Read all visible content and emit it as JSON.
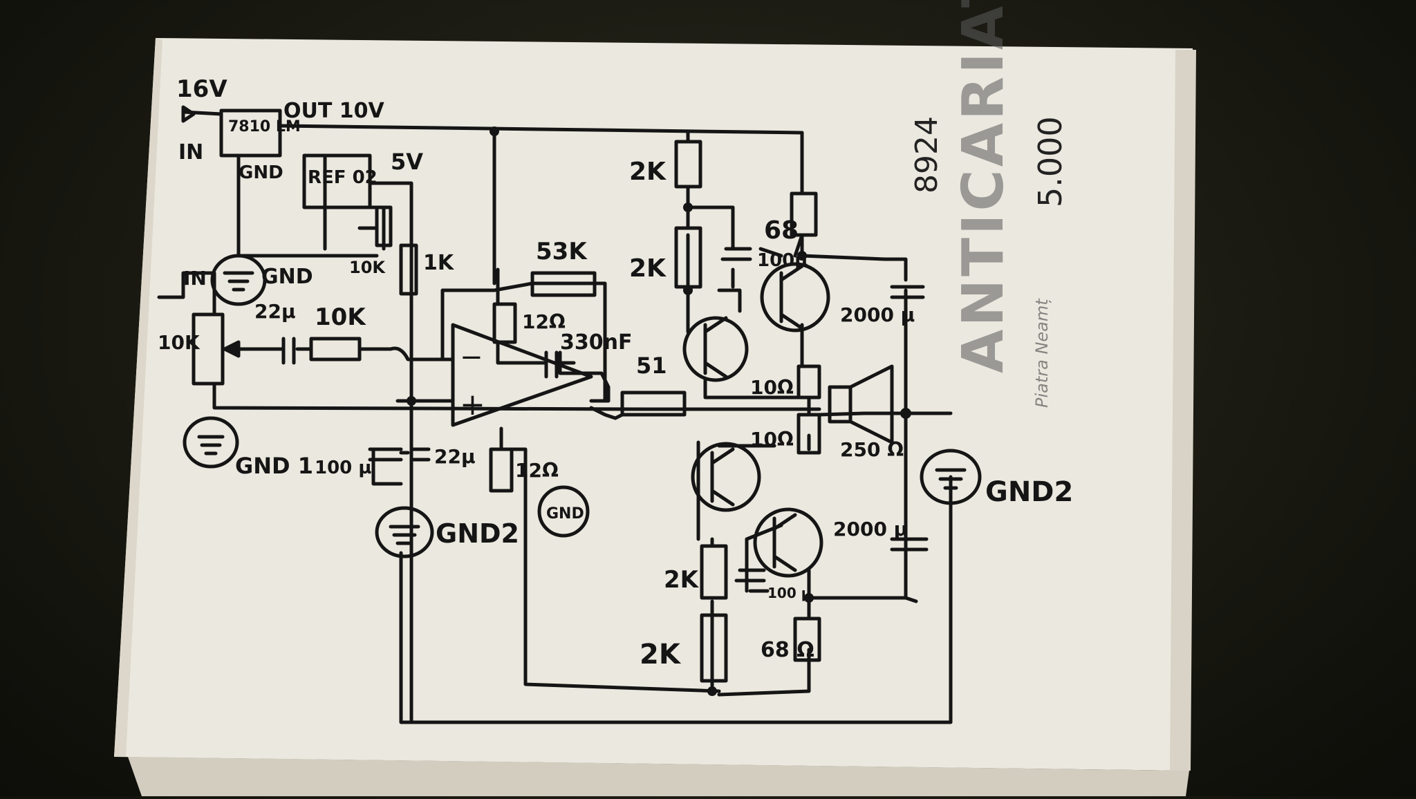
{
  "labels": {
    "supply_voltage": "16V",
    "supply_in": "IN",
    "regulator": "7810 LM",
    "regulator_out": "OUT 10V",
    "regulator_gnd": "GND",
    "reference": "REF 02",
    "ref_voltage": "5V",
    "gnd_top": "GND",
    "input": "IN",
    "pot_10k_left": "10K",
    "pot_10k_ref": "10K",
    "r_1k": "1K",
    "c_22u_in": "22µ",
    "r_10k_in": "10K",
    "r_53k": "53K",
    "r_12_upper": "12Ω",
    "c_330nf": "330nF",
    "r_51": "51",
    "gnd1": "GND 1",
    "c_100u": "100 µ",
    "c_22u_bias": "22µ",
    "gnd2_left": "GND2",
    "r_12_lower": "12Ω",
    "gnd_small": "GND",
    "r_2k_1": "2K",
    "r_2k_2": "2K",
    "r_68_top": "68",
    "c_100u_top": "100µ",
    "c_2000u_top": "2000 µ",
    "r_10_1": "10Ω",
    "r_10_2": "10Ω",
    "r_250": "250 Ω",
    "c_2000u_bottom": "2000 µ",
    "r_2k_3": "2K",
    "c_100u_bottom": "100 µ",
    "r_2k_4": "2K",
    "r_68_bottom": "68 Ω",
    "gnd2_right": "GND2"
  },
  "stamp": {
    "number": "8924",
    "code": "5.000",
    "shop": "ANTICARIAT",
    "city": "Piatra Neamț"
  },
  "colors": {
    "ink": "#151515",
    "paper": "#ebe8df",
    "stamp": "#5a5a5a"
  }
}
